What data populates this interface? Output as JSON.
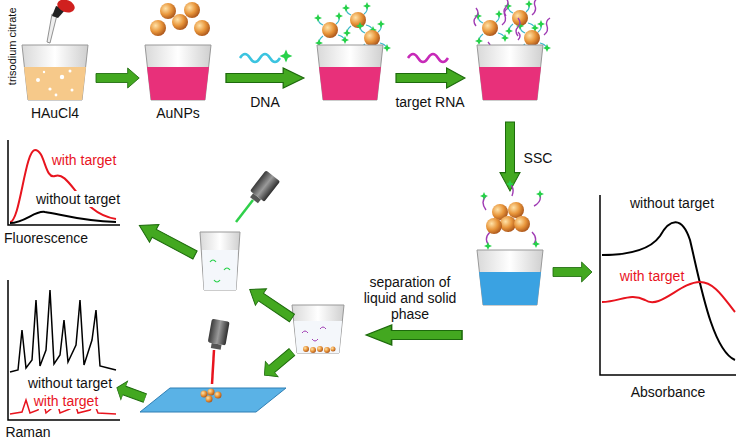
{
  "diagram": {
    "labels": [
      "trisodium citrate",
      "HAuCl4",
      "AuNPs",
      "DNA",
      "target RNA",
      "SSC",
      "without target",
      "with target",
      "Absorbance",
      "separation of liquid and solid phase",
      "with target",
      "without target",
      "Fluorescence",
      "without target",
      "with target",
      "Raman"
    ]
  }
}
